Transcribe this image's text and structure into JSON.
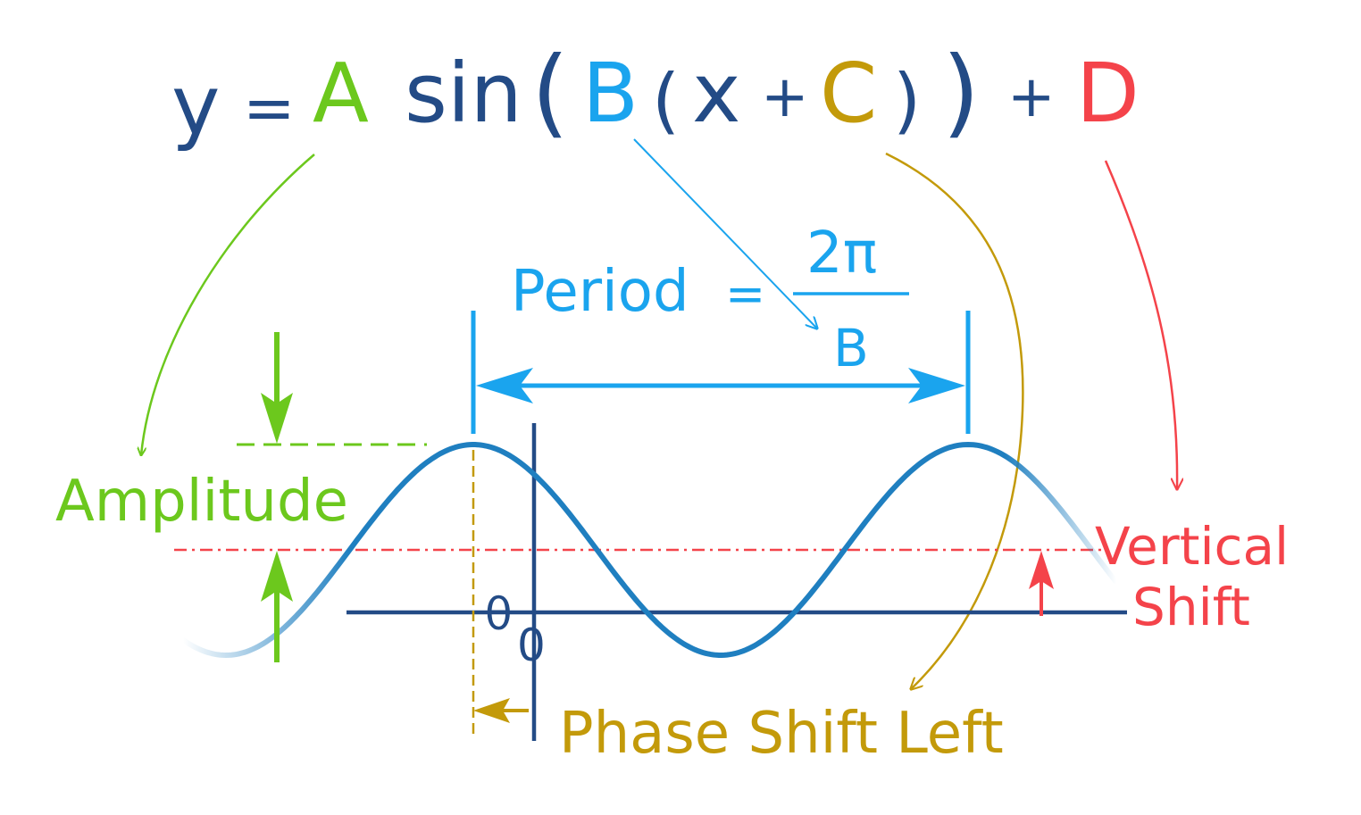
{
  "colors": {
    "navy": "#234b86",
    "green": "#6cc81d",
    "blue": "#1aa4ee",
    "gold": "#c39a0a",
    "red": "#f4434a",
    "curve": "#1f7fc0"
  },
  "equation": {
    "y": "y",
    "equals": "=",
    "A": "A",
    "sin": "sin",
    "open_outer": "(",
    "B": "B",
    "open_inner": "(",
    "x": "x",
    "plus1": "+",
    "C": "C",
    "close_inner": ")",
    "close_outer": ")",
    "plus2": "+",
    "D": "D"
  },
  "period": {
    "label": "Period",
    "equals": "=",
    "numerator": "2π",
    "denominator": "B"
  },
  "amplitude": {
    "label": "Amplitude"
  },
  "vertical_shift": {
    "line1": "Vertical",
    "line2": "Shift"
  },
  "phase_shift": {
    "label": "Phase Shift Left"
  },
  "axis": {
    "theta_label": "θ",
    "origin_label": "0"
  }
}
